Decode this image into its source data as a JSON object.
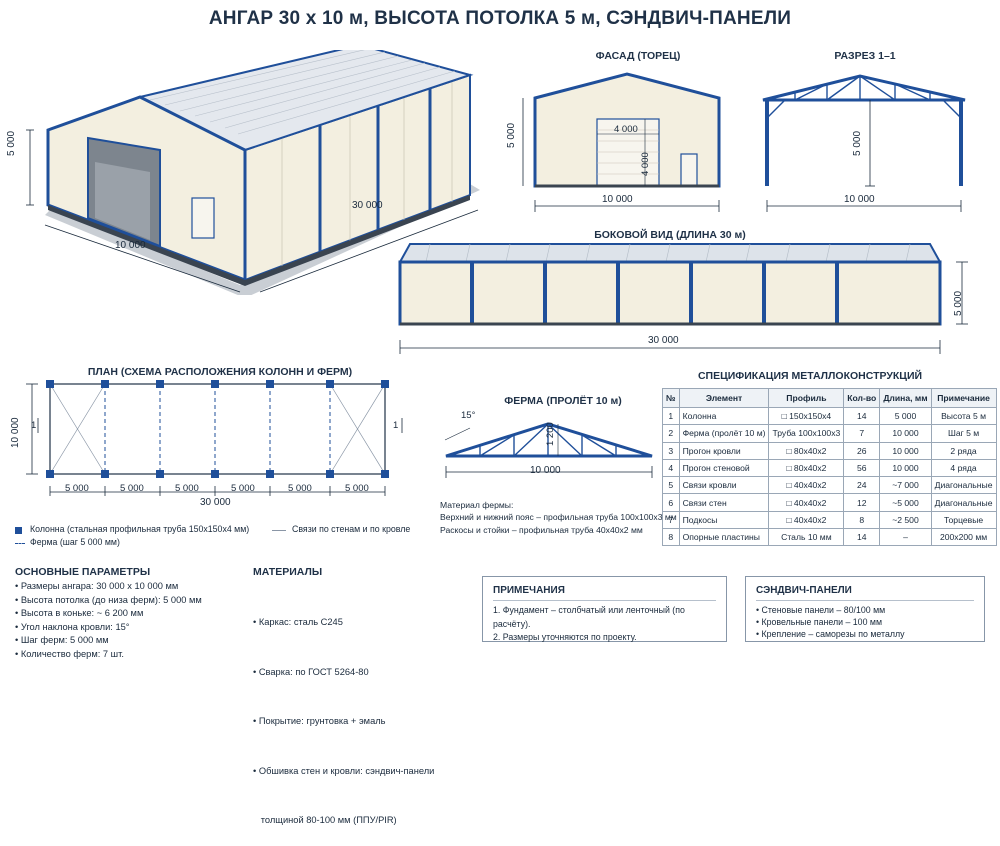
{
  "title": "АНГАР 30 x 10 м, ВЫСОТА ПОТОЛКА 5 м, СЭНДВИЧ-ПАНЕЛИ",
  "colors": {
    "steel": "#1f4f9a",
    "panel": "#f3efe0",
    "roof": "#dde3ea",
    "dark": "#1f3147"
  },
  "iso": {
    "dim_height": "5 000",
    "dim_width": "10 000",
    "dim_length": "30 000"
  },
  "facade": {
    "title": "ФАСАД (ТОРЕЦ)",
    "dim_height": "5 000",
    "gate_w": "4 000",
    "gate_h": "4 000",
    "width": "10 000"
  },
  "section": {
    "title": "РАЗРЕЗ 1–1",
    "height": "5 000",
    "width": "10 000"
  },
  "side": {
    "title": "БОКОВОЙ ВИД (ДЛИНА 30 м)",
    "height": "5 000",
    "length": "30 000"
  },
  "plan": {
    "title": "ПЛАН (СХЕМА РАСПОЛОЖЕНИЯ КОЛОНН И ФЕРМ)",
    "width": "10 000",
    "marker": "1",
    "spacings": [
      "5 000",
      "5 000",
      "5 000",
      "5 000",
      "5 000",
      "5 000"
    ],
    "total": "30 000"
  },
  "legend": {
    "column": "Колонна (стальная профильная труба 150x150x4 мм)",
    "bracing": "Связи по стенам и по кровле",
    "truss": "Ферма (шаг 5 000 мм)"
  },
  "truss": {
    "title": "ФЕРМА (ПРОЛЁТ 10 м)",
    "angle": "15°",
    "height": "1 200",
    "span": "10 000",
    "material_title": "Материал фермы:",
    "material_lines": [
      "Верхний и нижний пояс – профильная труба 100x100x3 мм",
      "Раскосы и стойки – профильная труба 40x40x2 мм"
    ]
  },
  "spec": {
    "title": "СПЕЦИФИКАЦИЯ МЕТАЛЛОКОНСТРУКЦИЙ",
    "headers": [
      "№",
      "Элемент",
      "Профиль",
      "Кол-во",
      "Длина, мм",
      "Примечание"
    ],
    "rows": [
      [
        "1",
        "Колонна",
        "□ 150x150x4",
        "14",
        "5 000",
        "Высота 5 м"
      ],
      [
        "2",
        "Ферма (пролёт 10 м)",
        "Труба 100x100x3",
        "7",
        "10 000",
        "Шаг 5 м"
      ],
      [
        "3",
        "Прогон кровли",
        "□ 80x40x2",
        "26",
        "10 000",
        "2 ряда"
      ],
      [
        "4",
        "Прогон стеновой",
        "□ 80x40x2",
        "56",
        "10 000",
        "4 ряда"
      ],
      [
        "5",
        "Связи кровли",
        "□ 40x40x2",
        "24",
        "~7 000",
        "Диагональные"
      ],
      [
        "6",
        "Связи стен",
        "□ 40x40x2",
        "12",
        "~5 000",
        "Диагональные"
      ],
      [
        "7",
        "Подкосы",
        "□ 40x40x2",
        "8",
        "~2 500",
        "Торцевые"
      ],
      [
        "8",
        "Опорные пластины",
        "Сталь 10 мм",
        "14",
        "–",
        "200x200 мм"
      ]
    ]
  },
  "params": {
    "title": "ОСНОВНЫЕ ПАРАМЕТРЫ",
    "items": [
      "• Размеры ангара: 30 000 x 10 000 мм",
      "• Высота потолка (до низа ферм): 5 000 мм",
      "• Высота в коньке: ~ 6 200 мм",
      "• Угол наклона кровли: 15°",
      "• Шаг ферм: 5 000 мм",
      "• Количество ферм: 7 шт."
    ]
  },
  "materials": {
    "title": "МАТЕРИАЛЫ",
    "items": [
      "• Каркас: сталь С245",
      "• Сварка: по ГОСТ 5264-80",
      "• Покрытие: грунтовка + эмаль",
      "• Обшивка стен и кровли: сэндвич-панели",
      "   толщиной 80-100 мм (ППУ/PIR)"
    ]
  },
  "notes": {
    "title": "ПРИМЕЧАНИЯ",
    "items": [
      "1. Фундамент – столбчатый или ленточный (по расчёту).",
      "2. Размеры уточняются по проекту."
    ]
  },
  "panels": {
    "title": "СЭНДВИЧ-ПАНЕЛИ",
    "items": [
      "• Стеновые панели – 80/100 мм",
      "• Кровельные панели – 100 мм",
      "• Крепление – саморезы по металлу"
    ]
  }
}
